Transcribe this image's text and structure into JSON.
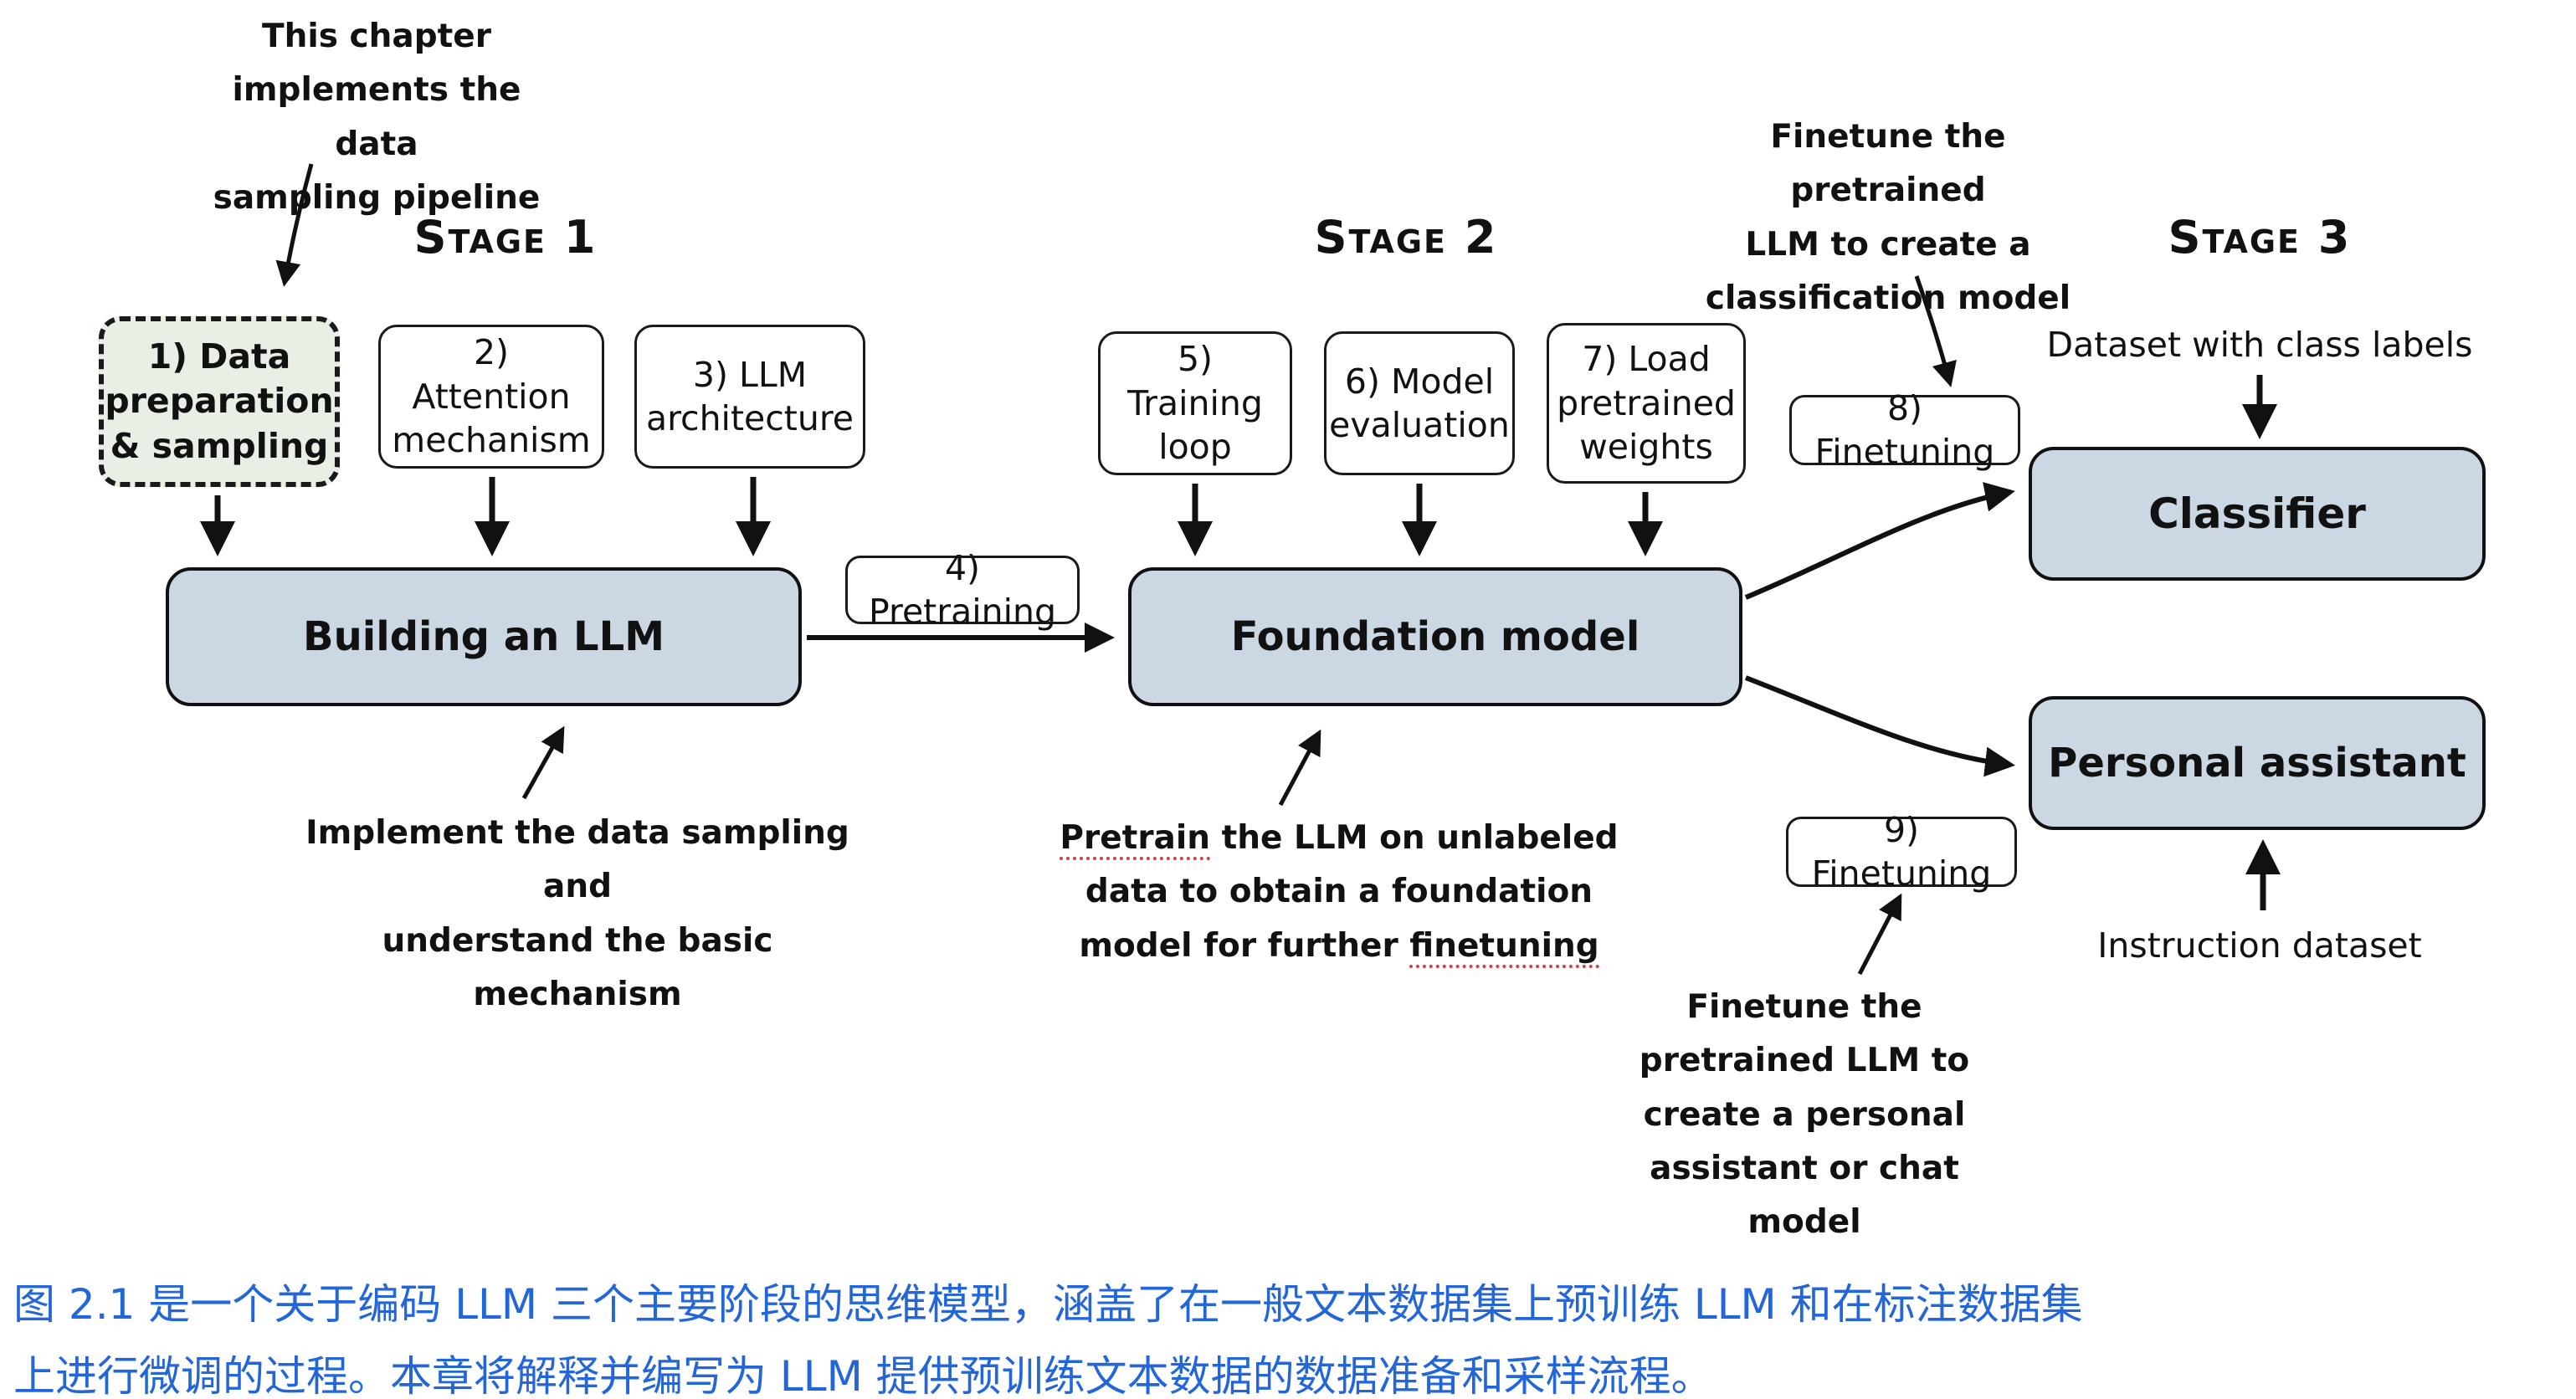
{
  "stages": {
    "stage1": "Stage 1",
    "stage2": "Stage 2",
    "stage3": "Stage 3"
  },
  "boxes": {
    "data_prep": "1) Data preparation & sampling",
    "attention": "2) Attention mechanism",
    "llm_arch": "3) LLM architecture",
    "pretraining": "4) Pretraining",
    "training_loop": "5) Training loop",
    "model_eval": "6) Model evaluation",
    "load_weights": "7) Load pretrained weights",
    "finetuning_8": "8) Finetuning",
    "finetuning_9": "9) Finetuning",
    "building_llm": "Building an LLM",
    "foundation_model": "Foundation model",
    "classifier": "Classifier",
    "personal_assistant": "Personal assistant"
  },
  "labels": {
    "dataset_class": "Dataset with class labels",
    "instruction_dataset": "Instruction dataset"
  },
  "annotations": {
    "chapter_note": [
      "This chapter",
      "implements the data",
      "sampling pipeline"
    ],
    "implement_note": [
      "Implement the data sampling and",
      "understand the basic mechanism"
    ],
    "pretrain_note": {
      "l1a": "Pretrain",
      "l1b": " the LLM on unlabeled",
      "l2": "data to obtain a foundation",
      "l3a": "model for further ",
      "l3b": "finetuning"
    },
    "finetune_cls_note": [
      "Finetune the pretrained",
      "LLM to create a",
      "classification model"
    ],
    "finetune_pa_note": [
      "Finetune the",
      "pretrained LLM to",
      "create a personal",
      "assistant or chat model"
    ]
  },
  "caption": {
    "line1": "图 2.1 是一个关于编码 LLM 三个主要阶段的思维模型，涵盖了在一般文本数据集上预训练 LLM 和在标注数据集",
    "line2": "上进行微调的过程。本章将解释并编写为 LLM 提供预训练文本数据的数据准备和采样流程。"
  },
  "colors": {
    "big_box_fill": "#cbd8e4",
    "dashed_box_fill": "#e8efe4",
    "caption_blue": "#2266d9",
    "stroke": "#111111"
  }
}
